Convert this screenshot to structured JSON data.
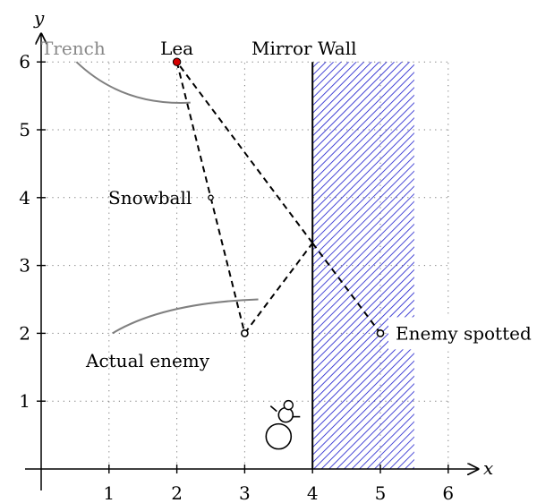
{
  "axes": {
    "x_label": "x",
    "y_label": "y",
    "x_ticks": [
      "1",
      "2",
      "3",
      "4",
      "5",
      "6"
    ],
    "y_ticks": [
      "1",
      "2",
      "3",
      "4",
      "5",
      "6"
    ],
    "grid": "dotted"
  },
  "labels": {
    "trench": "Trench",
    "lea": "Lea",
    "mirror_wall": "Mirror Wall",
    "snowball": "Snowball",
    "actual_enemy": "Actual enemy",
    "enemy_spotted": "Enemy spotted"
  },
  "points": {
    "lea": [
      2,
      6
    ],
    "snowball": [
      2.5,
      4
    ],
    "actual_enemy": [
      3,
      2
    ],
    "enemy_spotted": [
      5,
      2
    ],
    "reflection": [
      4,
      3.33
    ]
  },
  "mirror_wall": {
    "x_start": 4,
    "x_end": 5.5,
    "y_start": 0,
    "y_end": 6,
    "hatch_color": "#1a1acc"
  },
  "colors": {
    "lea_point": "#d40000",
    "trench_text": "#888888",
    "leader_line": "#808080"
  },
  "icons": {
    "snowman": "snowman-icon"
  }
}
